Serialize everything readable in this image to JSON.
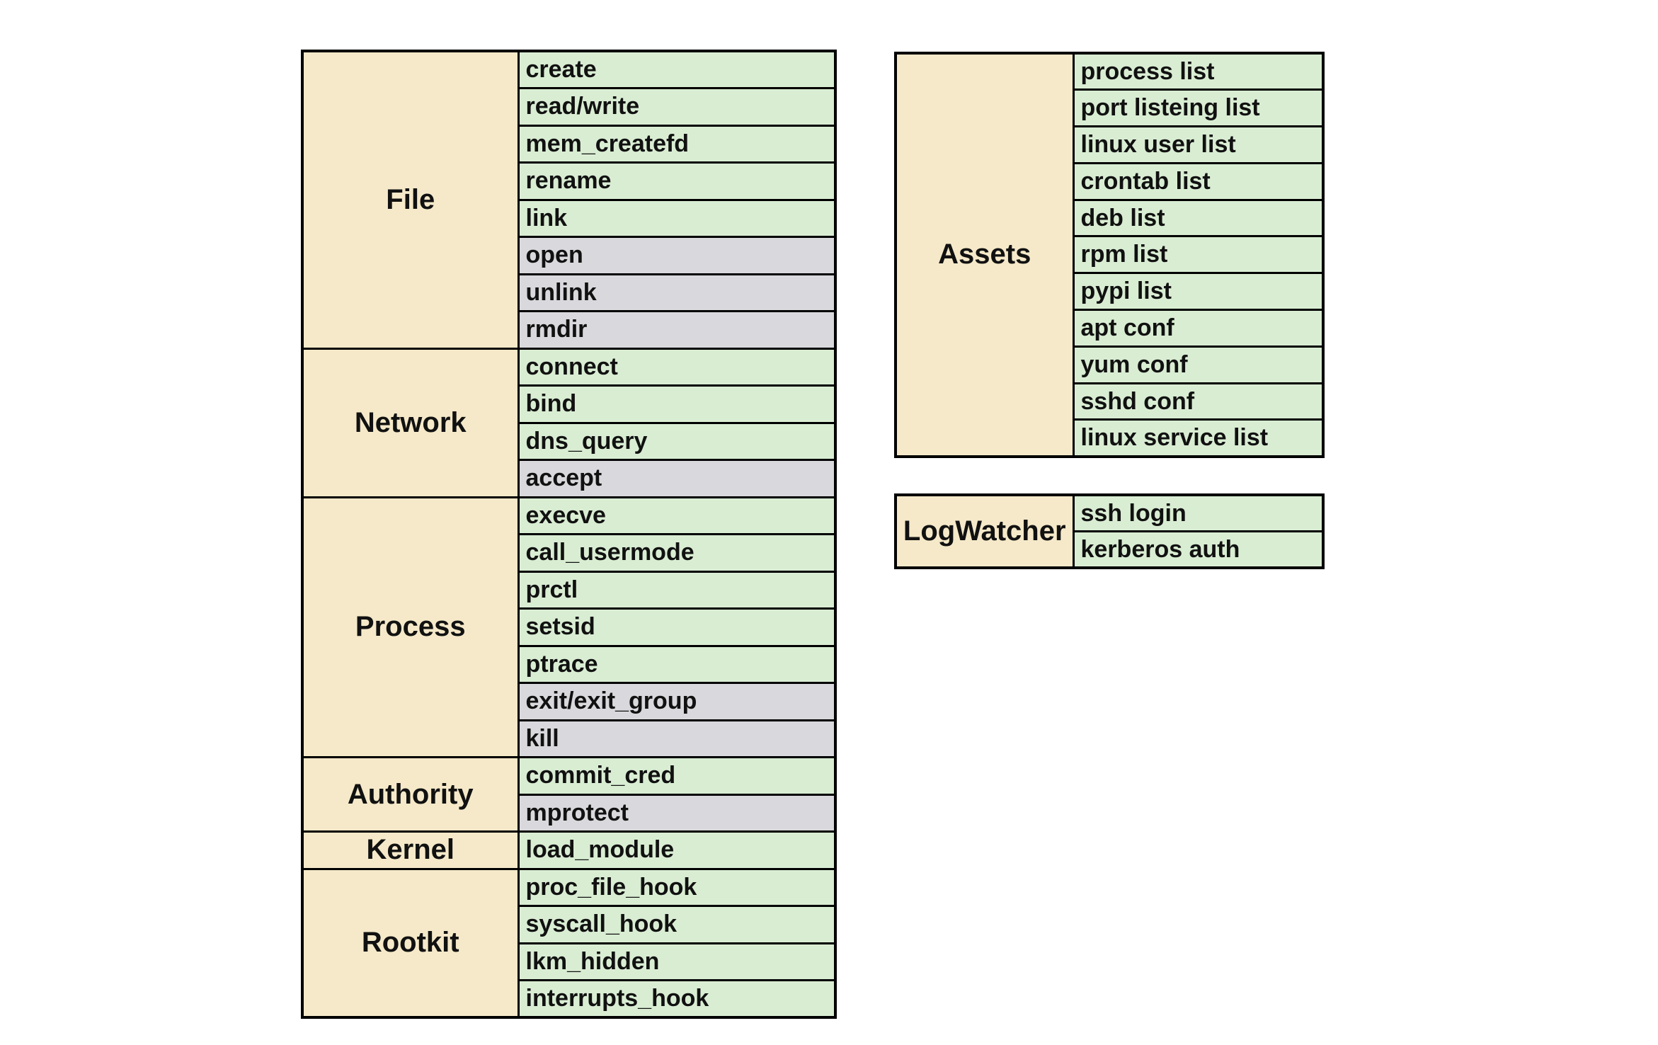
{
  "colors": {
    "background": "#ffffff",
    "category_bg": "#f5e9c9",
    "item_green": "#d9edd3",
    "item_gray": "#d9d9dd",
    "border": "#000000",
    "text": "#111111"
  },
  "panels": [
    {
      "id": "events",
      "groups": [
        {
          "category": "File",
          "items": [
            {
              "label": "create",
              "variant": "green"
            },
            {
              "label": "read/write",
              "variant": "green"
            },
            {
              "label": "mem_createfd",
              "variant": "green"
            },
            {
              "label": "rename",
              "variant": "green"
            },
            {
              "label": "link",
              "variant": "green"
            },
            {
              "label": "open",
              "variant": "gray"
            },
            {
              "label": "unlink",
              "variant": "gray"
            },
            {
              "label": "rmdir",
              "variant": "gray"
            }
          ]
        },
        {
          "category": "Network",
          "items": [
            {
              "label": "connect",
              "variant": "green"
            },
            {
              "label": "bind",
              "variant": "green"
            },
            {
              "label": "dns_query",
              "variant": "green"
            },
            {
              "label": "accept",
              "variant": "gray"
            }
          ]
        },
        {
          "category": "Process",
          "items": [
            {
              "label": "execve",
              "variant": "green"
            },
            {
              "label": "call_usermode",
              "variant": "green"
            },
            {
              "label": "prctl",
              "variant": "green"
            },
            {
              "label": "setsid",
              "variant": "green"
            },
            {
              "label": "ptrace",
              "variant": "green"
            },
            {
              "label": "exit/exit_group",
              "variant": "gray"
            },
            {
              "label": "kill",
              "variant": "gray"
            }
          ]
        },
        {
          "category": "Authority",
          "items": [
            {
              "label": "commit_cred",
              "variant": "green"
            },
            {
              "label": "mprotect",
              "variant": "gray"
            }
          ]
        },
        {
          "category": "Kernel",
          "items": [
            {
              "label": "load_module",
              "variant": "green"
            }
          ]
        },
        {
          "category": "Rootkit",
          "items": [
            {
              "label": "proc_file_hook",
              "variant": "green"
            },
            {
              "label": "syscall_hook",
              "variant": "green"
            },
            {
              "label": "lkm_hidden",
              "variant": "green"
            },
            {
              "label": "interrupts_hook",
              "variant": "green"
            }
          ]
        }
      ]
    },
    {
      "id": "assets",
      "groups": [
        {
          "category": "Assets",
          "items": [
            {
              "label": "process list",
              "variant": "green"
            },
            {
              "label": "port listeing list",
              "variant": "green"
            },
            {
              "label": "linux user list",
              "variant": "green"
            },
            {
              "label": "crontab list",
              "variant": "green"
            },
            {
              "label": "deb list",
              "variant": "green"
            },
            {
              "label": "rpm list",
              "variant": "green"
            },
            {
              "label": "pypi list",
              "variant": "green"
            },
            {
              "label": "apt conf",
              "variant": "green"
            },
            {
              "label": "yum conf",
              "variant": "green"
            },
            {
              "label": "sshd conf",
              "variant": "green"
            },
            {
              "label": "linux service list",
              "variant": "green"
            }
          ]
        }
      ]
    },
    {
      "id": "logwatcher",
      "groups": [
        {
          "category": "LogWatcher",
          "items": [
            {
              "label": "ssh login",
              "variant": "green"
            },
            {
              "label": "kerberos auth",
              "variant": "green"
            }
          ]
        }
      ]
    }
  ]
}
